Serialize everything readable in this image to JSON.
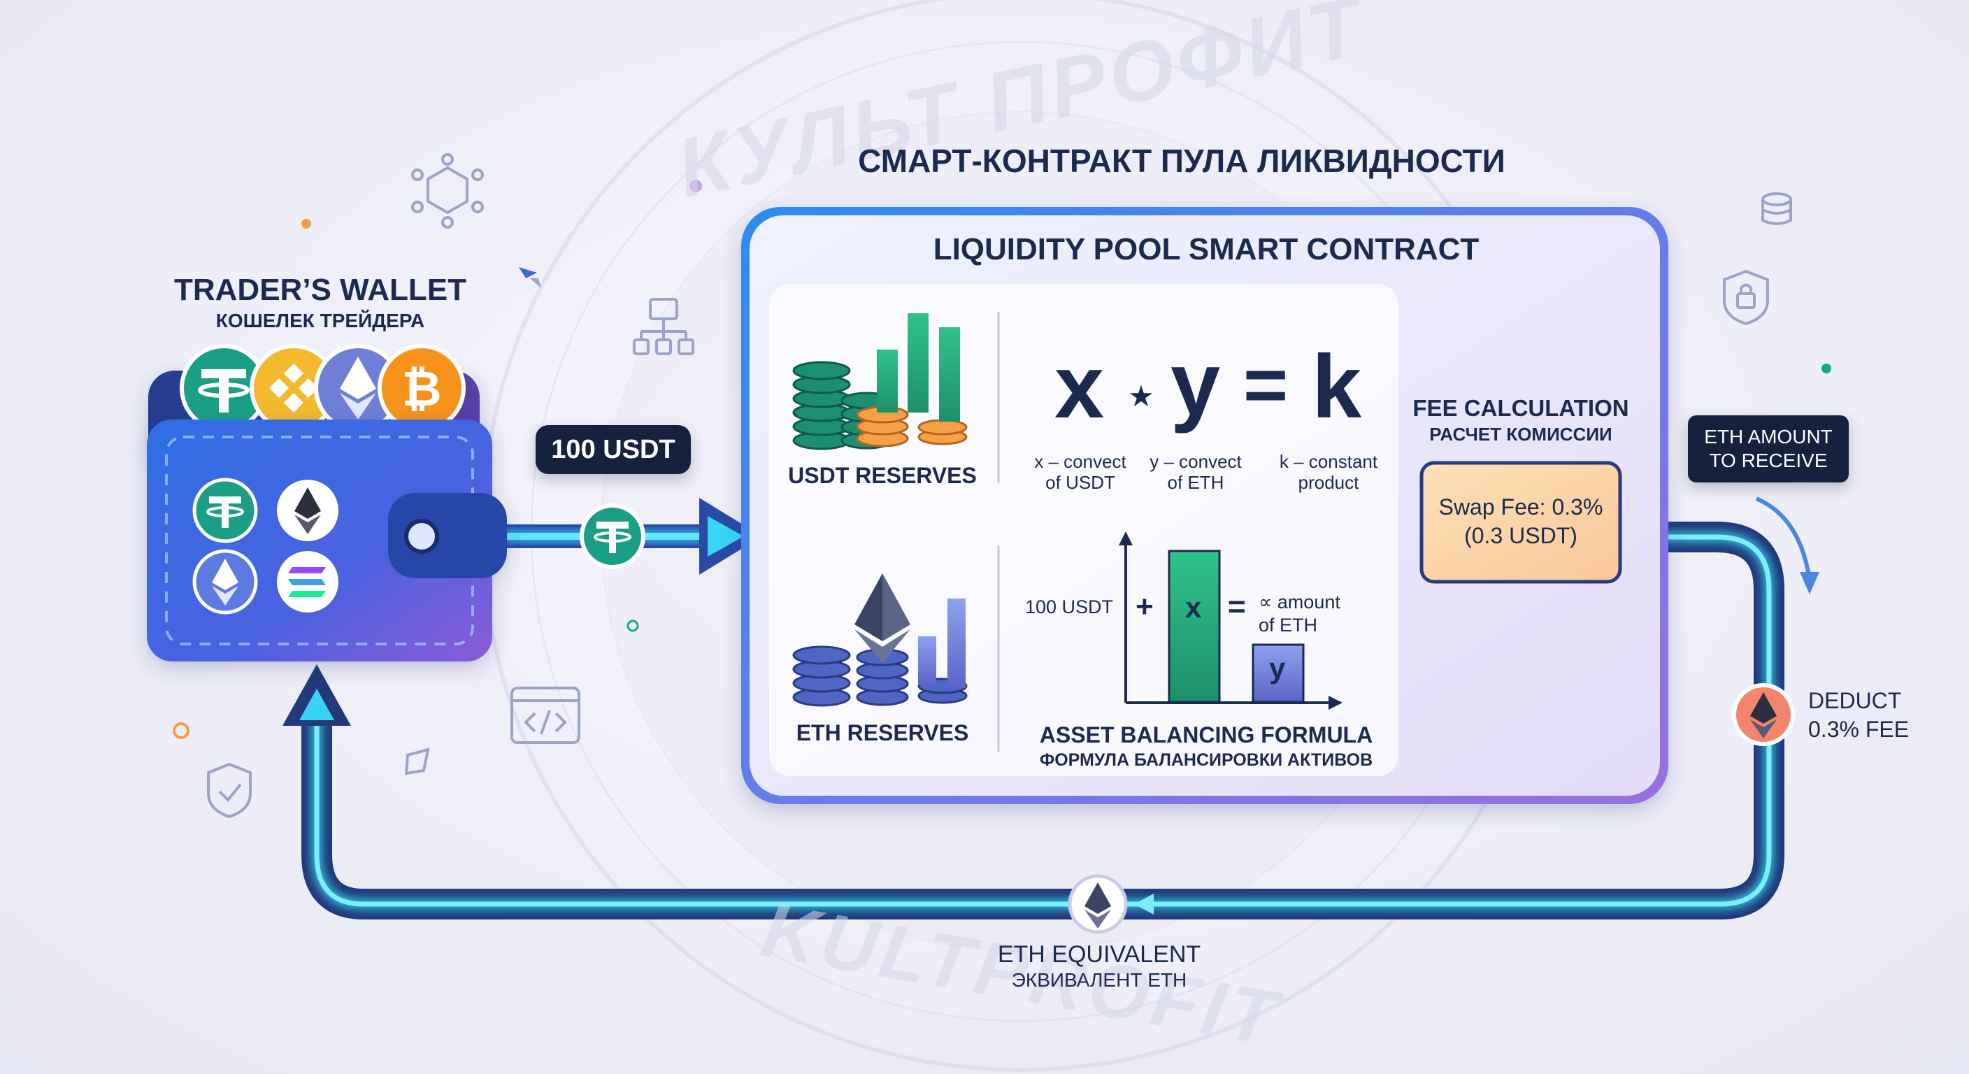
{
  "watermark": {
    "top": "КУЛЬТ ПРОФИТ",
    "bottom": "KULTPROFIT"
  },
  "title_ru": "СМАРТ-КОНТРАКТ ПУЛА ЛИКВИДНОСТИ",
  "wallet": {
    "title_en": "TRADER’S WALLET",
    "title_ru": "КОШЕЛЕК ТРЕЙДЕРА",
    "top_coins": [
      "tether-coin-icon",
      "binance-coin-icon",
      "ethereum-coin-icon",
      "bitcoin-coin-icon"
    ],
    "inner_coins": [
      "tether-coin-icon",
      "ethereum-coin-icon",
      "ethereum-coin-icon",
      "solana-coin-icon"
    ]
  },
  "transfer": {
    "amount_label": "100 USDT"
  },
  "pool": {
    "title_en": "LIQUIDITY POOL SMART CONTRACT",
    "usdt_reserves": "USDT RESERVES",
    "eth_reserves": "ETH RESERVES",
    "formula": {
      "x": "x",
      "op": "⋆",
      "y": "y",
      "eq": "=",
      "k": "k"
    },
    "legend": {
      "x_line1": "x – convect",
      "x_line2": "of USDT",
      "y_line1": "y – convect",
      "y_line2": "of ETH",
      "k_line1": "k – constant",
      "k_line2": "product"
    },
    "balancing": {
      "input_label": "100 USDT",
      "plus": "+",
      "x_bar": "x",
      "eq": "=",
      "result_line1": "∝ amount",
      "result_line2": "of ETH",
      "y_bar": "y",
      "title_en": "ASSET BALANCING FORMULA",
      "title_ru": "ФОРМУЛА БАЛАНСИРОВКИ АКТИВОВ"
    }
  },
  "fee": {
    "title_en": "FEE CALCULATION",
    "title_ru": "РАСЧЕТ КОМИССИИ",
    "line1": "Swap Fee: 0.3%",
    "line2": "(0.3 USDT)"
  },
  "receive": {
    "line1": "ETH AMOUNT",
    "line2": "TO RECEIVE"
  },
  "deduct": {
    "line1": "DEDUCT",
    "line2": "0.3% FEE"
  },
  "equivalent": {
    "title_en": "ETH EQUIVALENT",
    "title_ru": "ЭКВИВАЛЕНТ ETH"
  },
  "colors": {
    "navy": "#1b2a4e",
    "flow_cyan": "#35d5f2",
    "flow_dark": "#22397a",
    "tether": "#1a9f86",
    "binance": "#f3ba2f",
    "bitcoin": "#f7931a",
    "ethereum": "#6f7fd6",
    "fee_box": "#fbd3a4"
  }
}
